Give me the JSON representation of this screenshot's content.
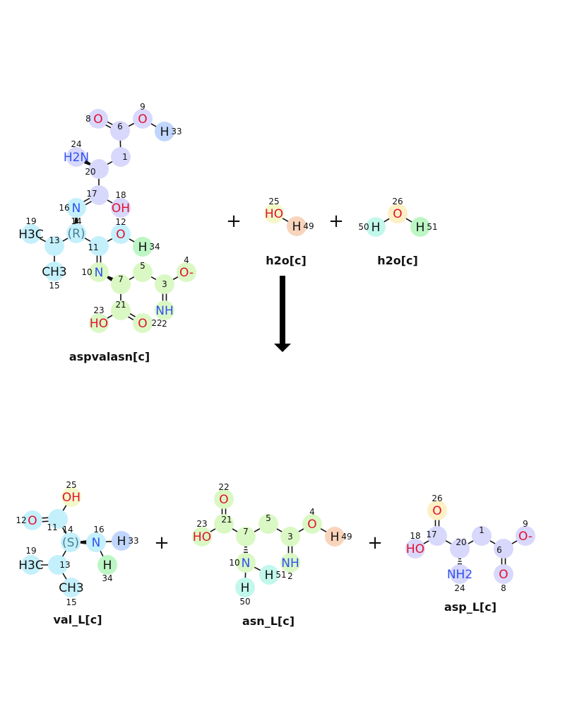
{
  "reaction": {
    "reactants": [
      {
        "name": "aspvalasn[c]",
        "atoms": [
          {
            "n": "8",
            "sym": "O"
          },
          {
            "n": "6",
            "sym": ""
          },
          {
            "n": "9",
            "sym": "O"
          },
          {
            "n": "33",
            "sym": "H"
          },
          {
            "n": "1",
            "sym": ""
          },
          {
            "n": "20",
            "sym": ""
          },
          {
            "n": "24",
            "sym": "H2N"
          },
          {
            "n": "17",
            "sym": ""
          },
          {
            "n": "18",
            "sym": "OH"
          },
          {
            "n": "16",
            "sym": "N"
          },
          {
            "n": "14",
            "sym": "(R)"
          },
          {
            "n": "19",
            "sym": "H3C"
          },
          {
            "n": "13",
            "sym": ""
          },
          {
            "n": "15",
            "sym": "CH3"
          },
          {
            "n": "11",
            "sym": ""
          },
          {
            "n": "12",
            "sym": "O"
          },
          {
            "n": "34",
            "sym": "H"
          },
          {
            "n": "10",
            "sym": "N"
          },
          {
            "n": "7",
            "sym": ""
          },
          {
            "n": "5",
            "sym": ""
          },
          {
            "n": "3",
            "sym": ""
          },
          {
            "n": "4",
            "sym": "O-"
          },
          {
            "n": "2",
            "sym": "NH"
          },
          {
            "n": "21",
            "sym": ""
          },
          {
            "n": "23",
            "sym": "HO"
          },
          {
            "n": "22",
            "sym": "O"
          }
        ]
      },
      {
        "name": "h2o[c]",
        "atoms": [
          {
            "n": "25",
            "sym": "HO"
          },
          {
            "n": "49",
            "sym": "H"
          }
        ]
      },
      {
        "name": "h2o[c]",
        "atoms": [
          {
            "n": "50",
            "sym": "H"
          },
          {
            "n": "26",
            "sym": "O"
          },
          {
            "n": "51",
            "sym": "H"
          }
        ]
      }
    ],
    "products": [
      {
        "name": "val_L[c]",
        "atoms": [
          {
            "n": "25",
            "sym": "OH"
          },
          {
            "n": "11",
            "sym": ""
          },
          {
            "n": "12",
            "sym": "O"
          },
          {
            "n": "14",
            "sym": "(S)"
          },
          {
            "n": "16",
            "sym": "N"
          },
          {
            "n": "33",
            "sym": "H"
          },
          {
            "n": "34",
            "sym": "H"
          },
          {
            "n": "13",
            "sym": ""
          },
          {
            "n": "19",
            "sym": "H3C"
          },
          {
            "n": "15",
            "sym": "CH3"
          }
        ]
      },
      {
        "name": "asn_L[c]",
        "atoms": [
          {
            "n": "22",
            "sym": "O"
          },
          {
            "n": "21",
            "sym": ""
          },
          {
            "n": "23",
            "sym": "HO"
          },
          {
            "n": "7",
            "sym": ""
          },
          {
            "n": "5",
            "sym": ""
          },
          {
            "n": "3",
            "sym": ""
          },
          {
            "n": "4",
            "sym": "O"
          },
          {
            "n": "49",
            "sym": "H"
          },
          {
            "n": "2",
            "sym": "NH"
          },
          {
            "n": "10",
            "sym": "N"
          },
          {
            "n": "51",
            "sym": "H"
          },
          {
            "n": "50",
            "sym": "H"
          }
        ]
      },
      {
        "name": "asp_L[c]",
        "atoms": [
          {
            "n": "26",
            "sym": "O"
          },
          {
            "n": "17",
            "sym": ""
          },
          {
            "n": "18",
            "sym": "HO"
          },
          {
            "n": "20",
            "sym": ""
          },
          {
            "n": "24",
            "sym": "NH2"
          },
          {
            "n": "1",
            "sym": ""
          },
          {
            "n": "6",
            "sym": ""
          },
          {
            "n": "9",
            "sym": "O-"
          },
          {
            "n": "8",
            "sym": "O"
          }
        ]
      }
    ],
    "plus_sign": "+",
    "colors": {
      "purple": "#d8d8fc",
      "cyan": "#c4f0fc",
      "lime": "#daf8c4",
      "blue": "#c0d6fc",
      "green": "#bcf6c4",
      "yellow": "#f4f8c8",
      "orange": "#f9d4bc",
      "gold": "#fdf0c4",
      "mint": "#c2f8ec",
      "oxygen": "#e01030",
      "oxygen_alt": "#e04010",
      "nitrogen": "#3050f0",
      "nitrogen_alt": "#3070c0"
    }
  }
}
